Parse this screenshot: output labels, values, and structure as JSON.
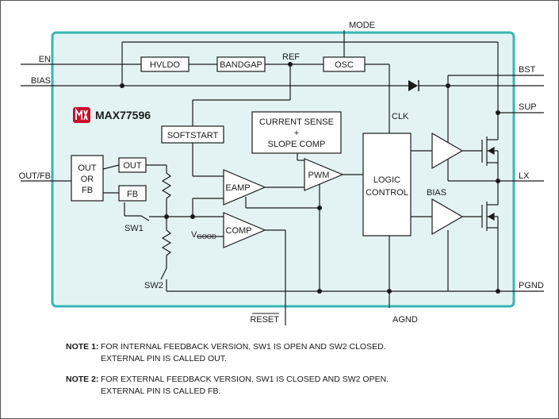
{
  "chip": {
    "name": "MAX77596"
  },
  "pins": {
    "mode": "MODE",
    "en": "EN",
    "bias": "BIAS",
    "out_fb": "OUT/FB",
    "bst": "BST",
    "sup": "SUP",
    "lx": "LX",
    "pgnd": "PGND",
    "agnd": "AGND",
    "reset": "RESET"
  },
  "blocks": {
    "hvldo": "HVLDO",
    "bandgap": "BANDGAP",
    "osc": "OSC",
    "softstart": "SOFTSTART",
    "current_sense_1": "CURRENT SENSE",
    "current_sense_2": "+",
    "current_sense_3": "SLOPE COMP",
    "logic_1": "LOGIC",
    "logic_2": "CONTROL",
    "out_or_fb_1": "OUT",
    "out_or_fb_2": "OR",
    "out_or_fb_3": "FB",
    "out": "OUT",
    "fb": "FB",
    "eamp": "EAMP",
    "pwm": "PWM",
    "comp": "COMP"
  },
  "signals": {
    "ref": "REF",
    "clk": "CLK",
    "bias_internal": "BIAS",
    "sw1": "SW1",
    "sw2": "SW2",
    "vgood_main": "V",
    "vgood_sub": "GOOD"
  },
  "notes": [
    {
      "label": "NOTE 1:",
      "lines": [
        "FOR INTERNAL FEEDBACK VERSION, SW1 IS OPEN AND SW2 CLOSED.",
        "EXTERNAL PIN IS CALLED OUT."
      ]
    },
    {
      "label": "NOTE 2:",
      "lines": [
        "FOR EXTERNAL FEEDBACK VERSION, SW1 IS CLOSED AND SW2 OPEN.",
        "EXTERNAL PIN IS CALLED FB."
      ]
    }
  ],
  "colors": {
    "chip_fill": "#e3f3f3",
    "chip_border": "#37b6b4",
    "line": "#1a1a1a",
    "brand_red": "#c8102e"
  }
}
